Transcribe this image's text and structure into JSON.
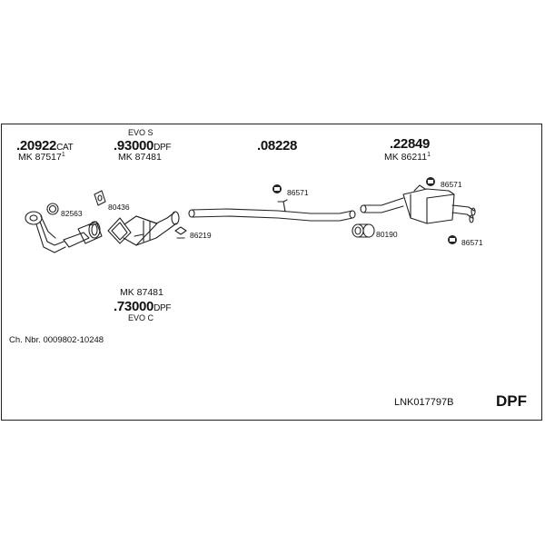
{
  "parts": {
    "p1": {
      "number": ".20922",
      "suffix": "CAT",
      "mk": "MK 87517",
      "mk_sup": "1"
    },
    "p2": {
      "top_label": "EVO S",
      "number": ".93000",
      "suffix": "DPF",
      "mk": "MK 87481"
    },
    "p3": {
      "number": ".08228"
    },
    "p4": {
      "number": ".22849",
      "mk": "MK 86211",
      "mk_sup": "1"
    },
    "p5": {
      "mk": "MK 87481",
      "number": ".73000",
      "suffix": "DPF",
      "bottom_label": "EVO C"
    }
  },
  "refs": {
    "r82563": "82563",
    "r80436": "80436",
    "r86219": "86219",
    "r86571a": "86571",
    "r86571b": "86571",
    "r86571c": "86571",
    "r80190": "80190"
  },
  "footer": {
    "chassis": "Ch. Nbr. 0009802-10248",
    "code": "LNK017797B",
    "type": "DPF"
  }
}
